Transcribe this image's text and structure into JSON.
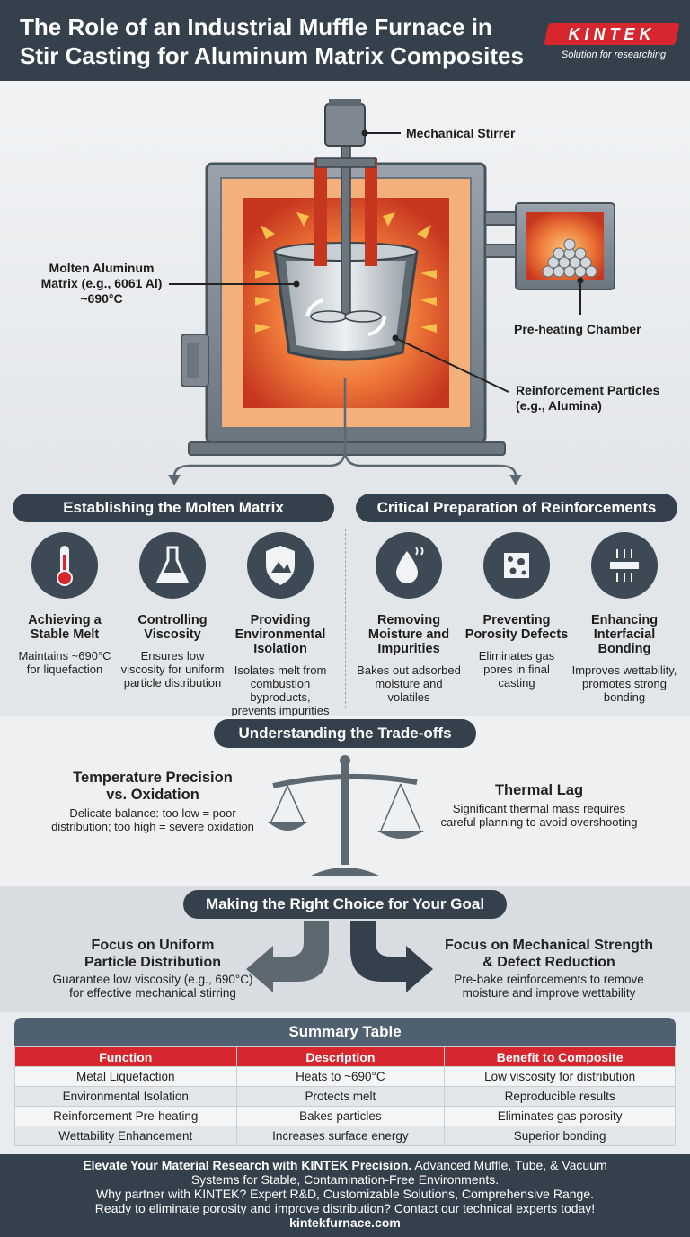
{
  "header": {
    "title_line1": "The Role of an Industrial Muffle Furnace in",
    "title_line2": "Stir Casting for Aluminum Matrix Composites",
    "logo": "KINTEK",
    "tagline": "Solution for researching"
  },
  "diagram": {
    "label_stirrer": "Mechanical Stirrer",
    "label_matrix_l1": "Molten Aluminum",
    "label_matrix_l2": "Matrix (e.g., 6061 Al)",
    "label_matrix_l3": "~690°C",
    "label_preheat": "Pre-heating Chamber",
    "label_reinf_l1": "Reinforcement Particles",
    "label_reinf_l2": "(e.g., Alumina)"
  },
  "sections": {
    "matrix": "Establishing the Molten Matrix",
    "reinforcements": "Critical Preparation of Reinforcements",
    "tradeoffs": "Understanding the Trade-offs",
    "choice": "Making the Right Choice for Your Goal"
  },
  "features": [
    {
      "icon": "thermometer-icon",
      "title": "Achieving a Stable Melt",
      "desc": "Maintains ~690°C for liquefaction"
    },
    {
      "icon": "flask-icon",
      "title": "Controlling Viscosity",
      "desc": "Ensures low viscosity for uniform particle distribution"
    },
    {
      "icon": "shield-icon",
      "title": "Providing Environmental Isolation",
      "desc": "Isolates melt from combustion byproducts, prevents impurities"
    },
    {
      "icon": "water-drop-icon",
      "title": "Removing Moisture and Impurities",
      "desc": "Bakes out adsorbed moisture and volatiles"
    },
    {
      "icon": "porous-cube-icon",
      "title": "Preventing Porosity Defects",
      "desc": "Eliminates gas pores in final casting"
    },
    {
      "icon": "bonding-icon",
      "title": "Enhancing Interfacial Bonding",
      "desc": "Improves wettability, promotes strong bonding"
    }
  ],
  "tradeoffs": {
    "left_title_l1": "Temperature Precision",
    "left_title_l2": "vs. Oxidation",
    "left_desc": "Delicate balance: too low = poor distribution; too high = severe oxidation",
    "right_title": "Thermal Lag",
    "right_desc": "Significant thermal mass requires careful planning to avoid overshooting"
  },
  "choice": {
    "left_title_l1": "Focus on Uniform",
    "left_title_l2": "Particle Distribution",
    "left_desc_l1": "Guarantee low viscosity (e.g., 690°C)",
    "left_desc_l2": "for effective mechanical stirring",
    "right_title_l1": "Focus on Mechanical Strength",
    "right_title_l2": "& Defect Reduction",
    "right_desc_l1": "Pre-bake reinforcements to remove",
    "right_desc_l2": "moisture and improve wettability"
  },
  "table": {
    "title": "Summary Table",
    "headers": [
      "Function",
      "Description",
      "Benefit to Composite"
    ],
    "rows": [
      [
        "Metal Liquefaction",
        "Heats to ~690°C",
        "Low viscosity for distribution"
      ],
      [
        "Environmental Isolation",
        "Protects melt",
        "Reproducible results"
      ],
      [
        "Reinforcement Pre-heating",
        "Bakes particles",
        "Eliminates gas porosity"
      ],
      [
        "Wettability Enhancement",
        "Increases surface energy",
        "Superior bonding"
      ]
    ]
  },
  "footer": {
    "line1_bold": "Elevate Your Material Research with KINTEK Precision.",
    "line1_rest": " Advanced Muffle, Tube, & Vacuum",
    "line2": "Systems for Stable, Contamination-Free Environments.",
    "line3": "Why partner with KINTEK? Expert R&D, Customizable Solutions, Comprehensive Range.",
    "line4": "Ready to eliminate porosity and improve distribution? Contact our technical experts today!",
    "line5": "kintekfurnace.com"
  }
}
